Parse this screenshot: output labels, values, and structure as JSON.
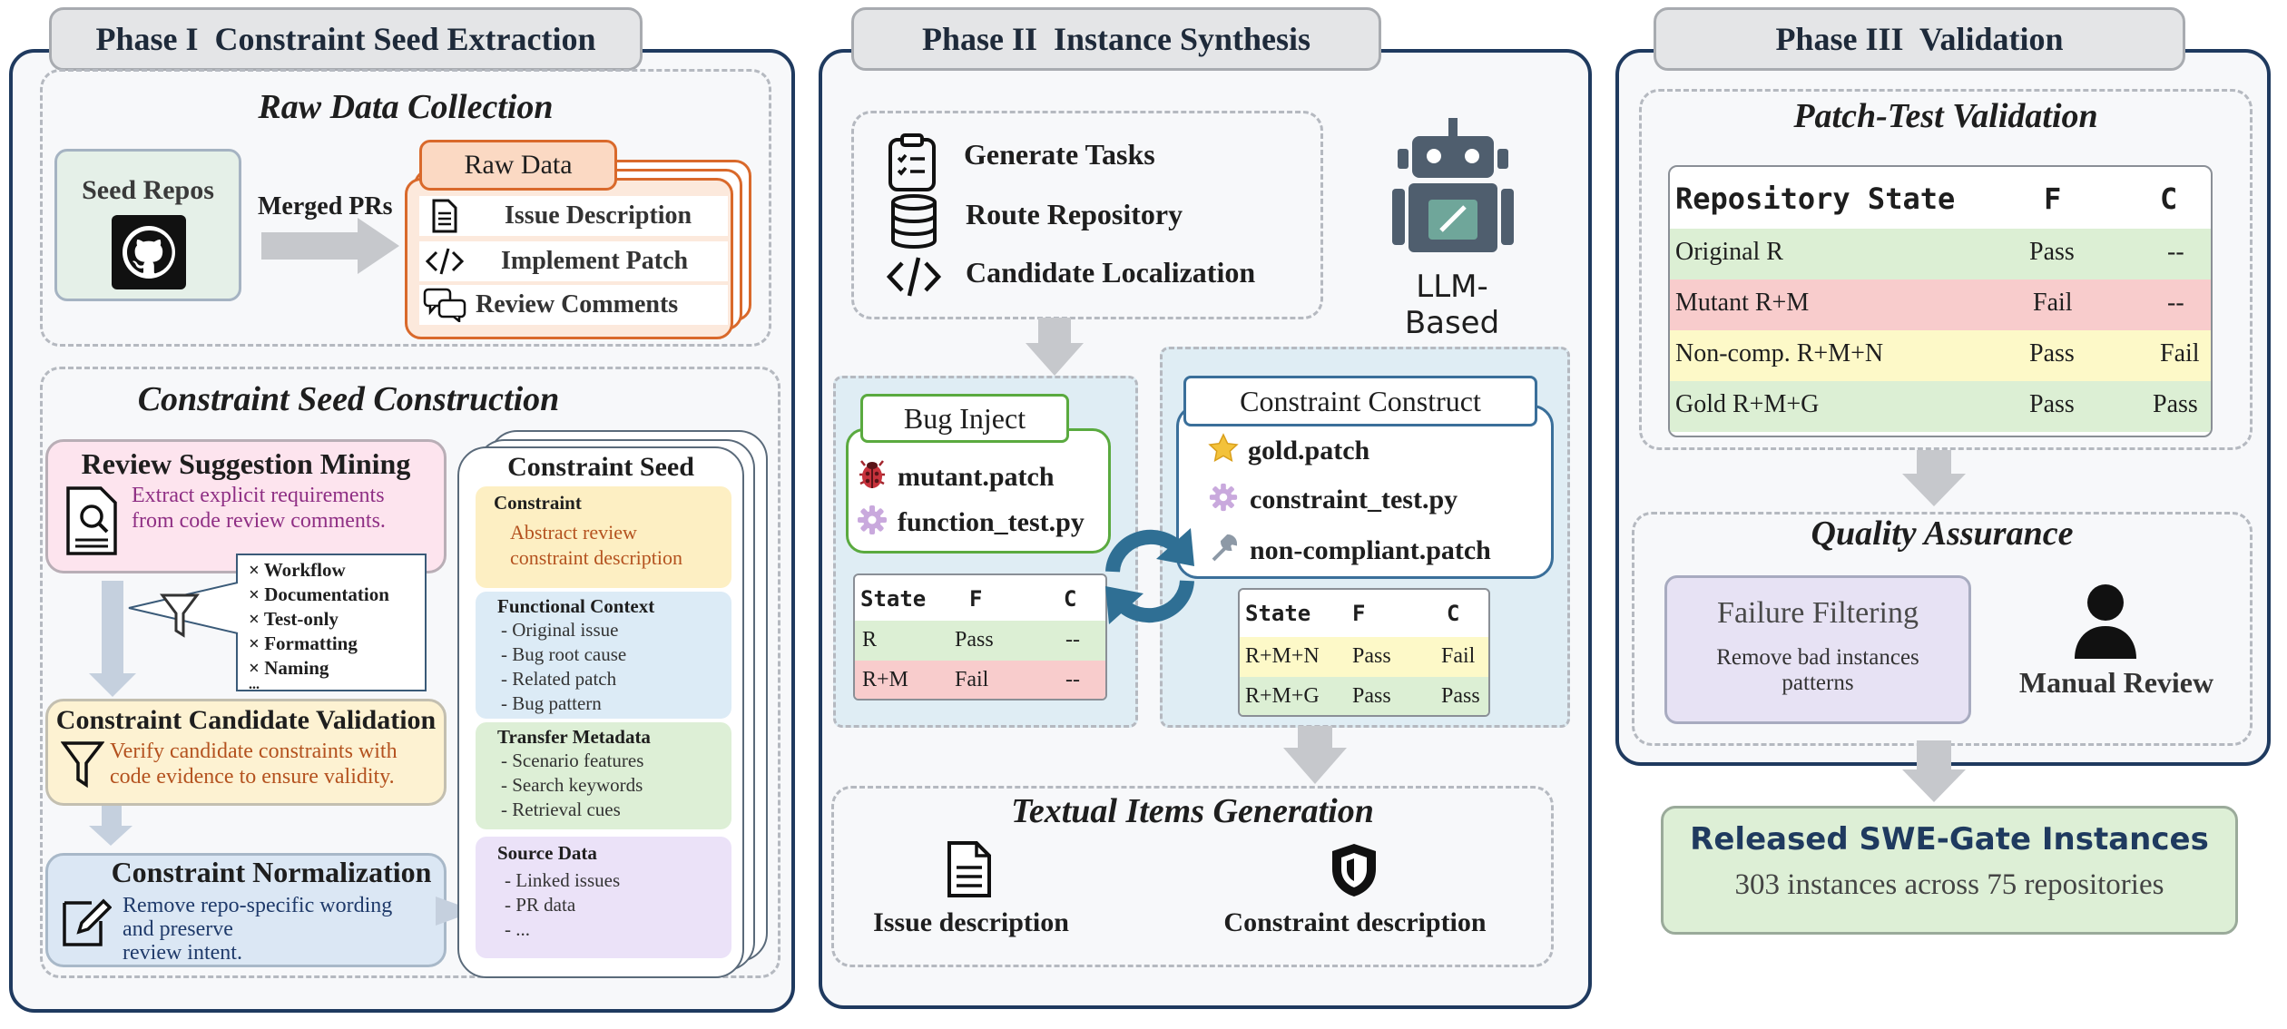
{
  "phase1": {
    "title": "Phase I  Constraint Seed Extraction",
    "raw_collection": {
      "title": "Raw Data Collection",
      "seed_repos": "Seed Repos",
      "merged_prs": "Merged PRs",
      "raw_data": "Raw Data",
      "items": [
        "Issue Description",
        "Implement Patch",
        "Review Comments"
      ]
    },
    "seed_construction": {
      "title": "Constraint Seed Construction",
      "mining": {
        "title": "Review Suggestion Mining",
        "desc": [
          "Extract explicit requirements",
          "from code review comments."
        ]
      },
      "filters": [
        "× Workflow",
        "× Documentation",
        "× Test-only",
        "× Formatting",
        "× Naming",
        "..."
      ],
      "validation": {
        "title": "Constraint Candidate Validation",
        "desc": [
          "Verify candidate constraints with",
          "code evidence to ensure validity."
        ]
      },
      "normalization": {
        "title": "Constraint Normalization",
        "desc": [
          "Remove repo-specific wording",
          "and preserve",
          "review intent."
        ]
      },
      "seed": {
        "title": "Constraint Seed",
        "constraint": {
          "title": "Constraint",
          "items": [
            "Abstract review",
            "constraint description"
          ]
        },
        "functional": {
          "title": "Functional Context",
          "items": [
            "- Original issue",
            "- Bug root cause",
            "- Related patch",
            "- Bug pattern"
          ]
        },
        "transfer": {
          "title": "Transfer Metadata",
          "items": [
            "- Scenario features",
            "- Search keywords",
            "- Retrieval cues"
          ]
        },
        "source": {
          "title": "Source Data",
          "items": [
            "- Linked issues",
            "- PR data",
            "- ..."
          ]
        }
      }
    }
  },
  "phase2": {
    "title": "Phase II  Instance Synthesis",
    "steps": [
      "Generate Tasks",
      "Route Repository",
      "Candidate Localization"
    ],
    "llm_label": "LLM-Based",
    "bug_inject": {
      "title": "Bug Inject",
      "files": [
        "mutant.patch",
        "function_test.py"
      ]
    },
    "constraint_construct": {
      "title": "Constraint Construct",
      "files": [
        "gold.patch",
        "constraint_test.py",
        "non-compliant.patch"
      ]
    },
    "bug_table": {
      "headers": [
        "State",
        "F",
        "C"
      ],
      "rows": [
        [
          "R",
          "Pass",
          "--"
        ],
        [
          "R+M",
          "Fail",
          "--"
        ]
      ]
    },
    "cons_table": {
      "headers": [
        "State",
        "F",
        "C"
      ],
      "rows": [
        [
          "R+M+N",
          "Pass",
          "Fail"
        ],
        [
          "R+M+G",
          "Pass",
          "Pass"
        ]
      ]
    },
    "textual": {
      "title": "Textual Items Generation",
      "items": [
        "Issue description",
        "Constraint description"
      ]
    }
  },
  "phase3": {
    "title": "Phase III  Validation",
    "patch_test": {
      "title": "Patch-Test Validation",
      "headers": [
        "Repository State",
        "F",
        "C"
      ],
      "rows": [
        [
          "Original R",
          "Pass",
          "--"
        ],
        [
          "Mutant R+M",
          "Fail",
          "--"
        ],
        [
          "Non-comp. R+M+N",
          "Pass",
          "Fail"
        ],
        [
          "Gold R+M+G",
          "Pass",
          "Pass"
        ]
      ]
    },
    "qa": {
      "title": "Quality Assurance",
      "filter_title": "Failure Filtering",
      "filter_desc": [
        "Remove bad instances",
        "patterns"
      ],
      "manual": "Manual Review"
    },
    "released": {
      "title": "Released SWE-Gate Instances",
      "desc": "303 instances across 75 repositories"
    }
  },
  "colors": {
    "navy": "#1f3a5f",
    "orange": "#d9692b",
    "green": "#5aaa3f",
    "blue": "#3a6f9a",
    "pass": "#dcefd4",
    "fail": "#f8cccc",
    "warn": "#fdf9c8"
  }
}
